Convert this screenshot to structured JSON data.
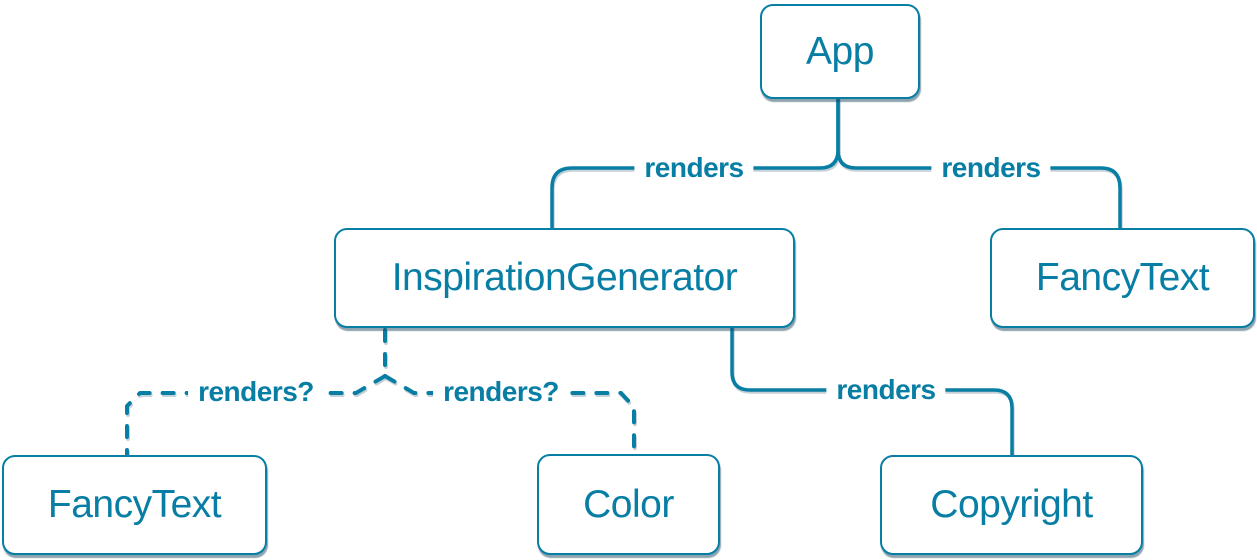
{
  "diagram": {
    "type": "tree",
    "accent_color": "#087ea4",
    "node_fill_color": "#ffffff",
    "shadow_color": "rgba(28,72,97,0.5)",
    "nodes": {
      "app": {
        "label": "App"
      },
      "inspiration_generator": {
        "label": "InspirationGenerator"
      },
      "fancy_text_top": {
        "label": "FancyText"
      },
      "fancy_text_bottom": {
        "label": "FancyText"
      },
      "color": {
        "label": "Color"
      },
      "copyright": {
        "label": "Copyright"
      }
    },
    "edges": {
      "app_to_inspiration_generator": {
        "from": "App",
        "to": "InspirationGenerator",
        "label": "renders",
        "line_style": "solid"
      },
      "app_to_fancy_text": {
        "from": "App",
        "to": "FancyText",
        "label": "renders",
        "line_style": "solid"
      },
      "inspiration_to_fancy_text": {
        "from": "InspirationGenerator",
        "to": "FancyText",
        "label": "renders?",
        "line_style": "dashed"
      },
      "inspiration_to_color": {
        "from": "InspirationGenerator",
        "to": "Color",
        "label": "renders?",
        "line_style": "dashed"
      },
      "inspiration_to_copyright": {
        "from": "InspirationGenerator",
        "to": "Copyright",
        "label": "renders",
        "line_style": "solid"
      }
    }
  }
}
